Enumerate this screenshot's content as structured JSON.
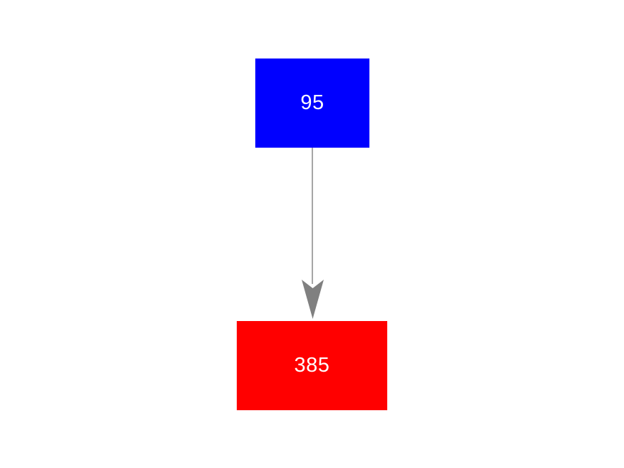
{
  "canvas": {
    "background": "#ffffff"
  },
  "diagram": {
    "nodes": [
      {
        "label": "95",
        "fill": "#0000ff",
        "text_color": "#ffffff"
      },
      {
        "label": "385",
        "fill": "#ff0000",
        "text_color": "#ffffff"
      }
    ],
    "edge": {
      "direction": "down",
      "color": "#808080"
    }
  }
}
